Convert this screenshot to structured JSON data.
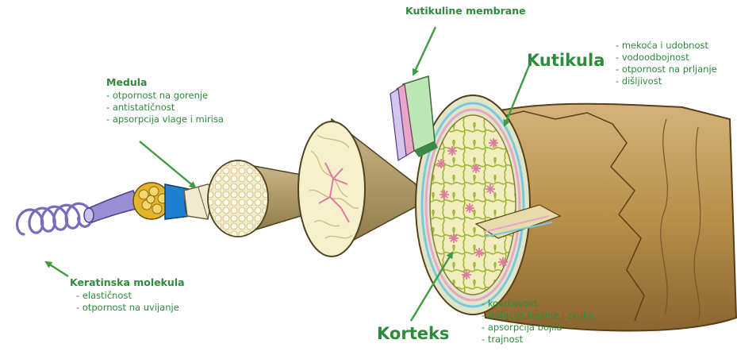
{
  "labels": {
    "membranes": {
      "title": "Kutikuline membrane"
    },
    "cuticle": {
      "title": "Kutikula",
      "items": [
        "mekoća i udobnost",
        "vodoodbojnost",
        "otpornost na prljanje",
        "dišljivost"
      ]
    },
    "medulla": {
      "title": "Medula",
      "items": [
        "otpornost na gorenje",
        " antistatičnost",
        "apsorpcija vlage i mirisa"
      ]
    },
    "keratin": {
      "title": "Keratinska molekula",
      "items": [
        "elastičnost",
        "otpornost na uvijanje"
      ]
    },
    "cortex": {
      "title": "Korteks",
      "items": [
        "kovrčavost",
        "izolacija topline i zvuka",
        "apsorpcija bojila",
        "trajnost"
      ]
    }
  },
  "colors": {
    "label": "#2e8a3c",
    "arrow": "#3f9b44",
    "bark": "#b8904a",
    "cortexFill": "#f2edbe",
    "cellLine": "#9db836",
    "star": "#e07aa0",
    "spiral": "#7b6bc0",
    "blueCone": "#1f7fd0",
    "goldBundle": "#e2b52a"
  }
}
